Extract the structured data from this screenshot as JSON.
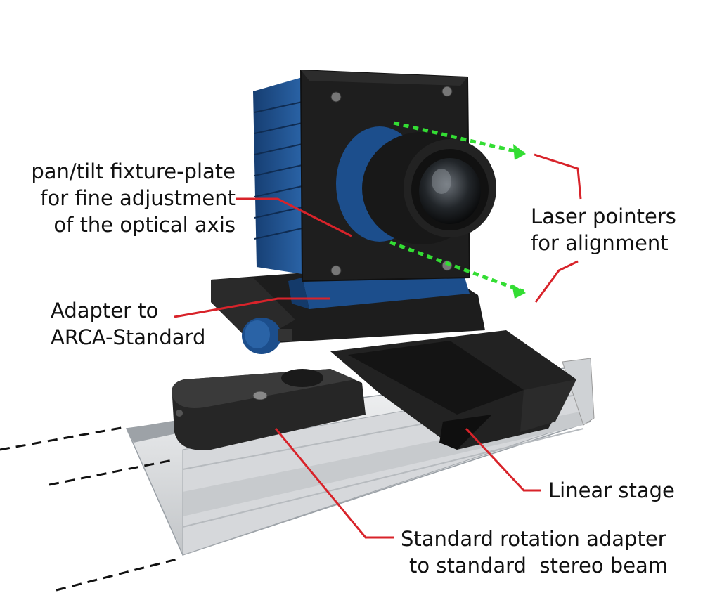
{
  "labels": {
    "pan_tilt": [
      "pan/tilt fixture-plate",
      "for fine adjustment",
      "of the optical axis"
    ],
    "adapter": [
      "Adapter to",
      "ARCA-Standard"
    ],
    "laser": [
      "Laser pointers",
      "for alignment"
    ],
    "linear_stage": [
      "Linear stage"
    ],
    "rotation_adapter": [
      "Standard rotation adapter",
      "to standard  stereo beam"
    ]
  },
  "colors": {
    "leader_line": "#d8232a",
    "laser_beam": "#33dd33",
    "camera_blue": "#1c4e8c",
    "black_part": "#1c1c1c",
    "aluminum": "#e8e9ea"
  }
}
